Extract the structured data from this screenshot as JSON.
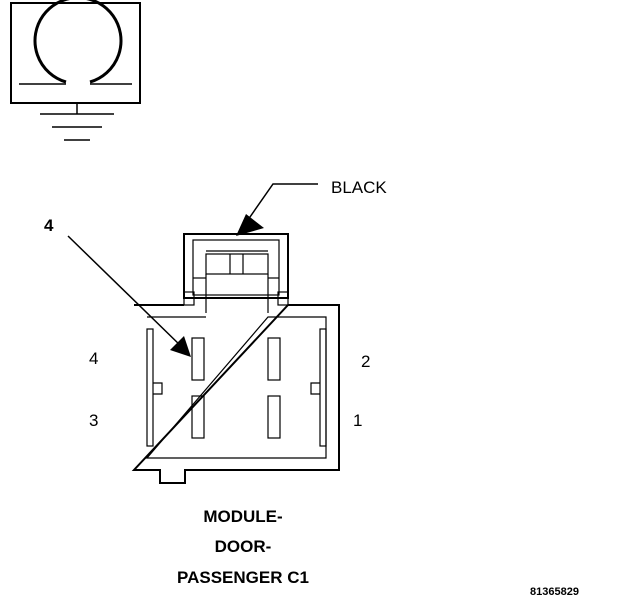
{
  "callouts": {
    "color": "BLACK",
    "pointer": "4"
  },
  "pins": {
    "p1": "1",
    "p2": "2",
    "p3": "3",
    "p4": "4"
  },
  "title": {
    "line1": "MODULE-",
    "line2": "DOOR-",
    "line3": "PASSENGER C1"
  },
  "figure_id": "81365829",
  "colors": {
    "ink": "#000000",
    "paper": "#ffffff"
  }
}
